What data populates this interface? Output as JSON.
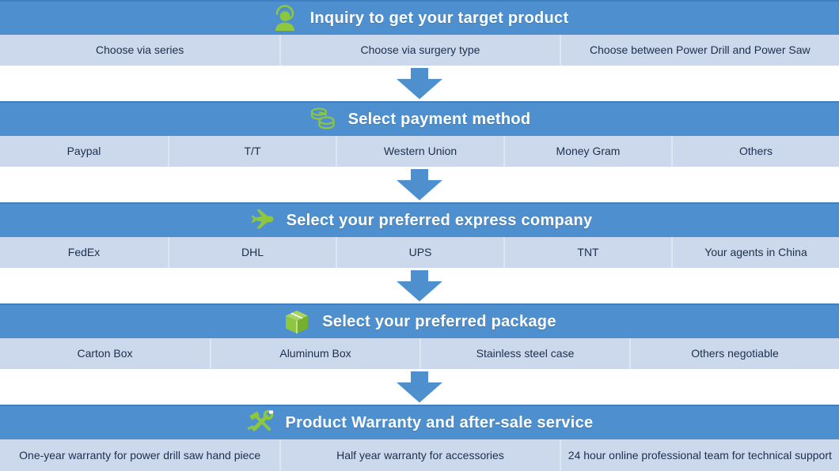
{
  "colors": {
    "header_blue": "#4e90cf",
    "header_top_border": "#3f7fc1",
    "row_light_blue": "#ccd9ec",
    "cell_divider": "#dde7f4",
    "arrow_blue": "#4e8fce",
    "icon_green": "#8dc63f",
    "header_text": "#ffffff",
    "row_text": "#1c2e4f"
  },
  "icons": {
    "step1": "support-person-icon",
    "step2": "coins-icon",
    "step3": "airplane-icon",
    "step4": "package-box-icon",
    "step5": "hammer-wrench-icon",
    "between_steps": "down-arrow-icon"
  },
  "sections": [
    {
      "title": "Inquiry to get your target product",
      "icon": "support-person-icon",
      "options": [
        "Choose via series",
        "Choose via surgery type",
        "Choose between Power Drill and Power Saw"
      ]
    },
    {
      "title": "Select payment method",
      "icon": "coins-icon",
      "options": [
        "Paypal",
        "T/T",
        "Western Union",
        "Money Gram",
        "Others"
      ]
    },
    {
      "title": "Select your preferred express company",
      "icon": "airplane-icon",
      "options": [
        "FedEx",
        "DHL",
        "UPS",
        "TNT",
        "Your agents in China"
      ]
    },
    {
      "title": "Select your preferred package",
      "icon": "package-box-icon",
      "options": [
        "Carton Box",
        "Aluminum Box",
        "Stainless steel case",
        "Others negotiable"
      ]
    },
    {
      "title": "Product Warranty and after-sale service",
      "icon": "hammer-wrench-icon",
      "options": [
        "One-year warranty for power drill saw hand piece",
        "Half year warranty for accessories",
        "24 hour online professional team for technical support"
      ]
    }
  ]
}
